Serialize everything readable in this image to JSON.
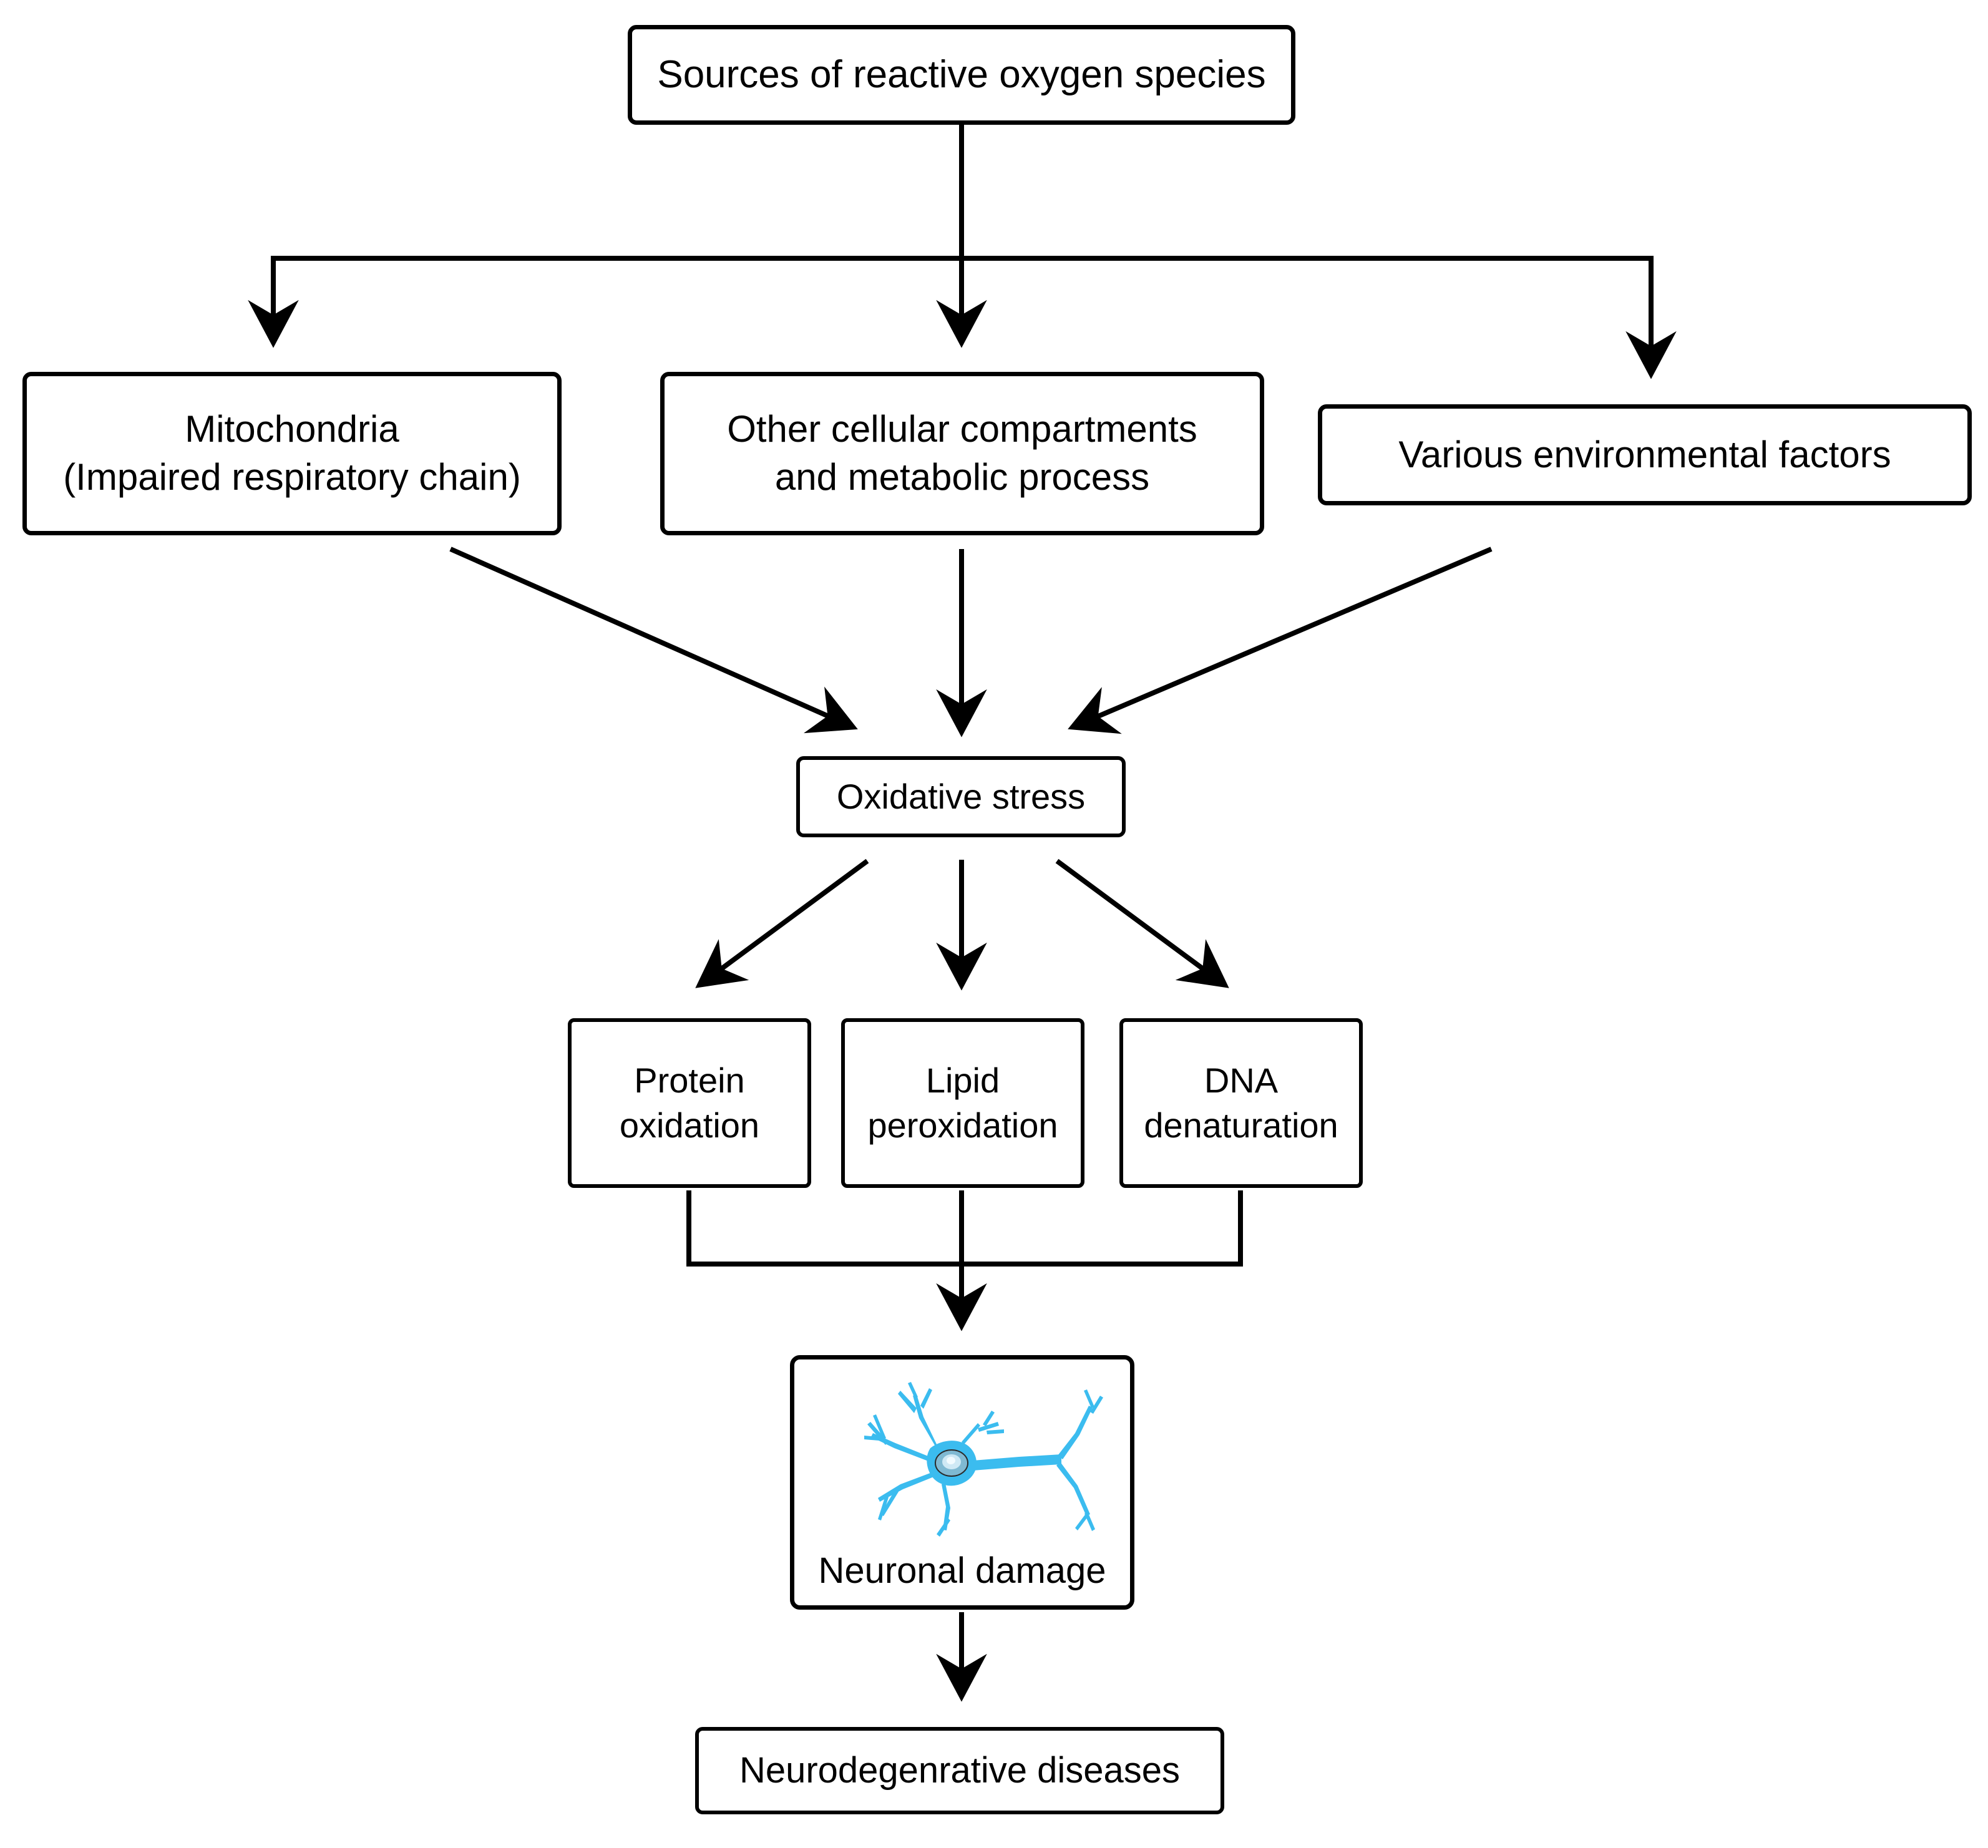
{
  "diagram": {
    "title_text": "Sources of reactive oxygen species",
    "type": "flowchart",
    "background_color": "#ffffff",
    "line_color": "#000000",
    "neuron_color": "#3bbcef",
    "nucleus_color": "#9fd6ee",
    "nodes": {
      "sources": {
        "label": "Sources of reactive oxygen species"
      },
      "mitochondria": {
        "label": "Mitochondria\n(Impaired respiratory chain)"
      },
      "other_compartments": {
        "label": "Other cellular compartments\nand metabolic process"
      },
      "environmental": {
        "label": "Various environmental factors"
      },
      "oxidative_stress": {
        "label": "Oxidative stress"
      },
      "protein_oxidation": {
        "label": "Protein\noxidation"
      },
      "lipid_peroxidation": {
        "label": "Lipid\nperoxidation"
      },
      "dna_denaturation": {
        "label": "DNA\ndenaturation"
      },
      "neuronal_damage": {
        "label": "Neuronal damage",
        "icon": "neuron-icon"
      },
      "neurodegenerative": {
        "label": "Neurodegenrative diseases"
      }
    },
    "edges": [
      {
        "from": "sources",
        "to": "mitochondria",
        "style": "elbow-arrow"
      },
      {
        "from": "sources",
        "to": "other_compartments",
        "style": "straight-arrow"
      },
      {
        "from": "sources",
        "to": "environmental",
        "style": "elbow-arrow"
      },
      {
        "from": "mitochondria",
        "to": "oxidative_stress",
        "style": "diagonal-arrow"
      },
      {
        "from": "other_compartments",
        "to": "oxidative_stress",
        "style": "straight-arrow"
      },
      {
        "from": "environmental",
        "to": "oxidative_stress",
        "style": "diagonal-arrow"
      },
      {
        "from": "oxidative_stress",
        "to": "protein_oxidation",
        "style": "diagonal-arrow"
      },
      {
        "from": "oxidative_stress",
        "to": "lipid_peroxidation",
        "style": "straight-arrow"
      },
      {
        "from": "oxidative_stress",
        "to": "dna_denaturation",
        "style": "diagonal-arrow"
      },
      {
        "from": "protein_oxidation",
        "to": "neuronal_damage",
        "style": "elbow-merge"
      },
      {
        "from": "lipid_peroxidation",
        "to": "neuronal_damage",
        "style": "straight-arrow"
      },
      {
        "from": "dna_denaturation",
        "to": "neuronal_damage",
        "style": "elbow-merge"
      },
      {
        "from": "neuronal_damage",
        "to": "neurodegenerative",
        "style": "straight-arrow"
      }
    ]
  }
}
